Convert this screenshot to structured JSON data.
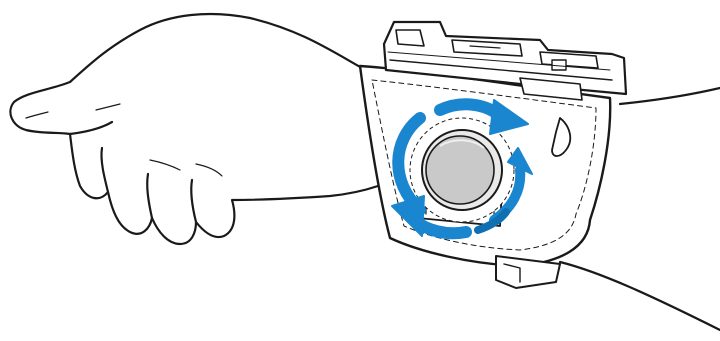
{
  "figure": {
    "description_icons": [
      "hand-outline",
      "wrist-mount-strap",
      "rotation-arrows",
      "rotation-knob"
    ],
    "colors": {
      "outline": "#1a1a1a",
      "arrow": "#1a86d0",
      "arrow_dark": "#0f6fb3",
      "knob_fill": "#c9c9c9",
      "knob_rim": "#e9e9e9",
      "background": "#ffffff"
    }
  }
}
